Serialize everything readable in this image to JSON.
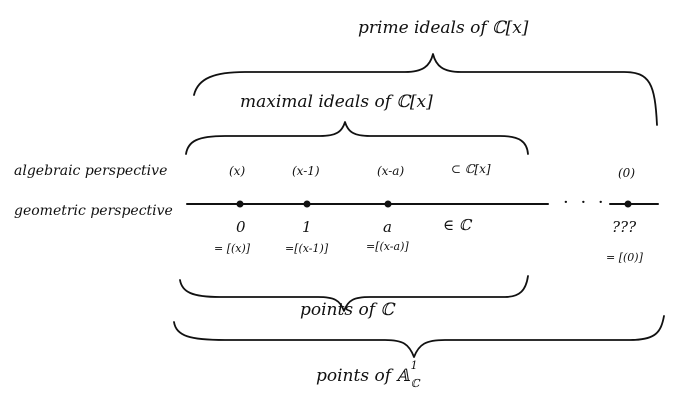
{
  "side_labels": {
    "algebraic": "algebraic perspective",
    "geometric": "geometric perspective"
  },
  "braces": {
    "prime": "prime ideals of ℂ[x]",
    "maximal": "maximal ideals of ℂ[x]",
    "points_C": "points of ℂ",
    "points_A": "points of 𝔸",
    "points_A_sup": "1",
    "points_A_sub": "ℂ"
  },
  "points": [
    {
      "ideal": "(x)",
      "point": "0",
      "class": "= [(x)]"
    },
    {
      "ideal": "(x-1)",
      "point": "1",
      "class": "=[(x-1)]"
    },
    {
      "ideal": "(x-a)",
      "point": "a",
      "class": "=[(x-a)]"
    },
    {
      "ideal": "(0)",
      "point": "???",
      "class": "= [(0)]"
    }
  ],
  "subset_label": "⊂ ℂ[x]",
  "element_label": "∈ ℂ",
  "ellipsis": "· · ·",
  "stroke_color": "#111111"
}
